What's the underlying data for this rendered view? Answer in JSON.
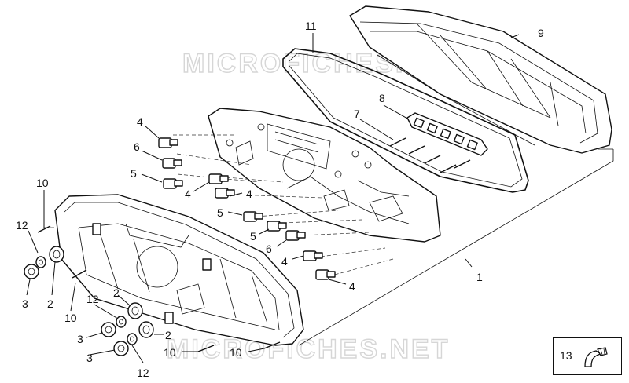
{
  "watermark": {
    "top": "MICROFICHES.NET",
    "bottom": "MICROFICHES.NET"
  },
  "callouts": {
    "c1": "1",
    "c2a": "2",
    "c2b": "2",
    "c2c": "2",
    "c3a": "3",
    "c3b": "3",
    "c3c": "3",
    "c4a": "4",
    "c4b": "4",
    "c4c": "4",
    "c4d": "4",
    "c4e": "4",
    "c5a": "5",
    "c5b": "5",
    "c5c": "5",
    "c6a": "6",
    "c6b": "6",
    "c7": "7",
    "c8": "8",
    "c9": "9",
    "c10a": "10",
    "c10b": "10",
    "c10c": "10",
    "c10d": "10",
    "c11": "11",
    "c12a": "12",
    "c12b": "12",
    "c12c": "12"
  },
  "legend": {
    "number": "13",
    "icon": "cable-clip-icon"
  }
}
